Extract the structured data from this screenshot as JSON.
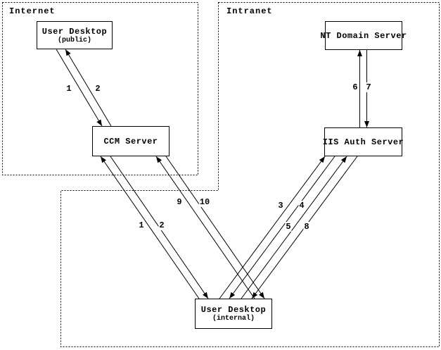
{
  "diagram": {
    "zones": {
      "internet": {
        "label": "Internet"
      },
      "intranet": {
        "label": "Intranet"
      }
    },
    "nodes": {
      "user_desktop_public": {
        "title": "User Desktop",
        "subtitle": "(public)"
      },
      "nt_domain_server": {
        "title": "NT Domain Server"
      },
      "ccm_server": {
        "title": "CCM Server"
      },
      "iis_auth_server": {
        "title": "IIS Auth Server"
      },
      "user_desktop_internal": {
        "title": "User Desktop",
        "subtitle": "(internal)"
      }
    },
    "flow_labels": {
      "public_ccm_1": "1",
      "public_ccm_2": "2",
      "iis_nt_6": "6",
      "nt_iis_7": "7",
      "internal_ccm_1": "1",
      "internal_ccm_2": "2",
      "internal_ccm_9": "9",
      "internal_ccm_10": "10",
      "internal_iis_3": "3",
      "internal_iis_4": "4",
      "internal_iis_5": "5",
      "internal_iis_8": "8"
    },
    "edges": [
      {
        "label": "1",
        "from": "User Desktop (public)",
        "to": "CCM Server"
      },
      {
        "label": "2",
        "from": "CCM Server",
        "to": "User Desktop (public)"
      },
      {
        "label": "1",
        "from": "User Desktop (internal)",
        "to": "CCM Server"
      },
      {
        "label": "2",
        "from": "CCM Server",
        "to": "User Desktop (internal)"
      },
      {
        "label": "9",
        "from": "User Desktop (internal)",
        "to": "CCM Server"
      },
      {
        "label": "10",
        "from": "CCM Server",
        "to": "User Desktop (internal)"
      },
      {
        "label": "3",
        "from": "User Desktop (internal)",
        "to": "IIS Auth Server"
      },
      {
        "label": "4",
        "from": "IIS Auth Server",
        "to": "User Desktop (internal)"
      },
      {
        "label": "5",
        "from": "User Desktop (internal)",
        "to": "IIS Auth Server"
      },
      {
        "label": "8",
        "from": "IIS Auth Server",
        "to": "User Desktop (internal)"
      },
      {
        "label": "6",
        "from": "IIS Auth Server",
        "to": "NT Domain Server"
      },
      {
        "label": "7",
        "from": "NT Domain Server",
        "to": "IIS Auth Server"
      }
    ],
    "colors": {
      "line": "#000000",
      "background": "#ffffff"
    }
  }
}
